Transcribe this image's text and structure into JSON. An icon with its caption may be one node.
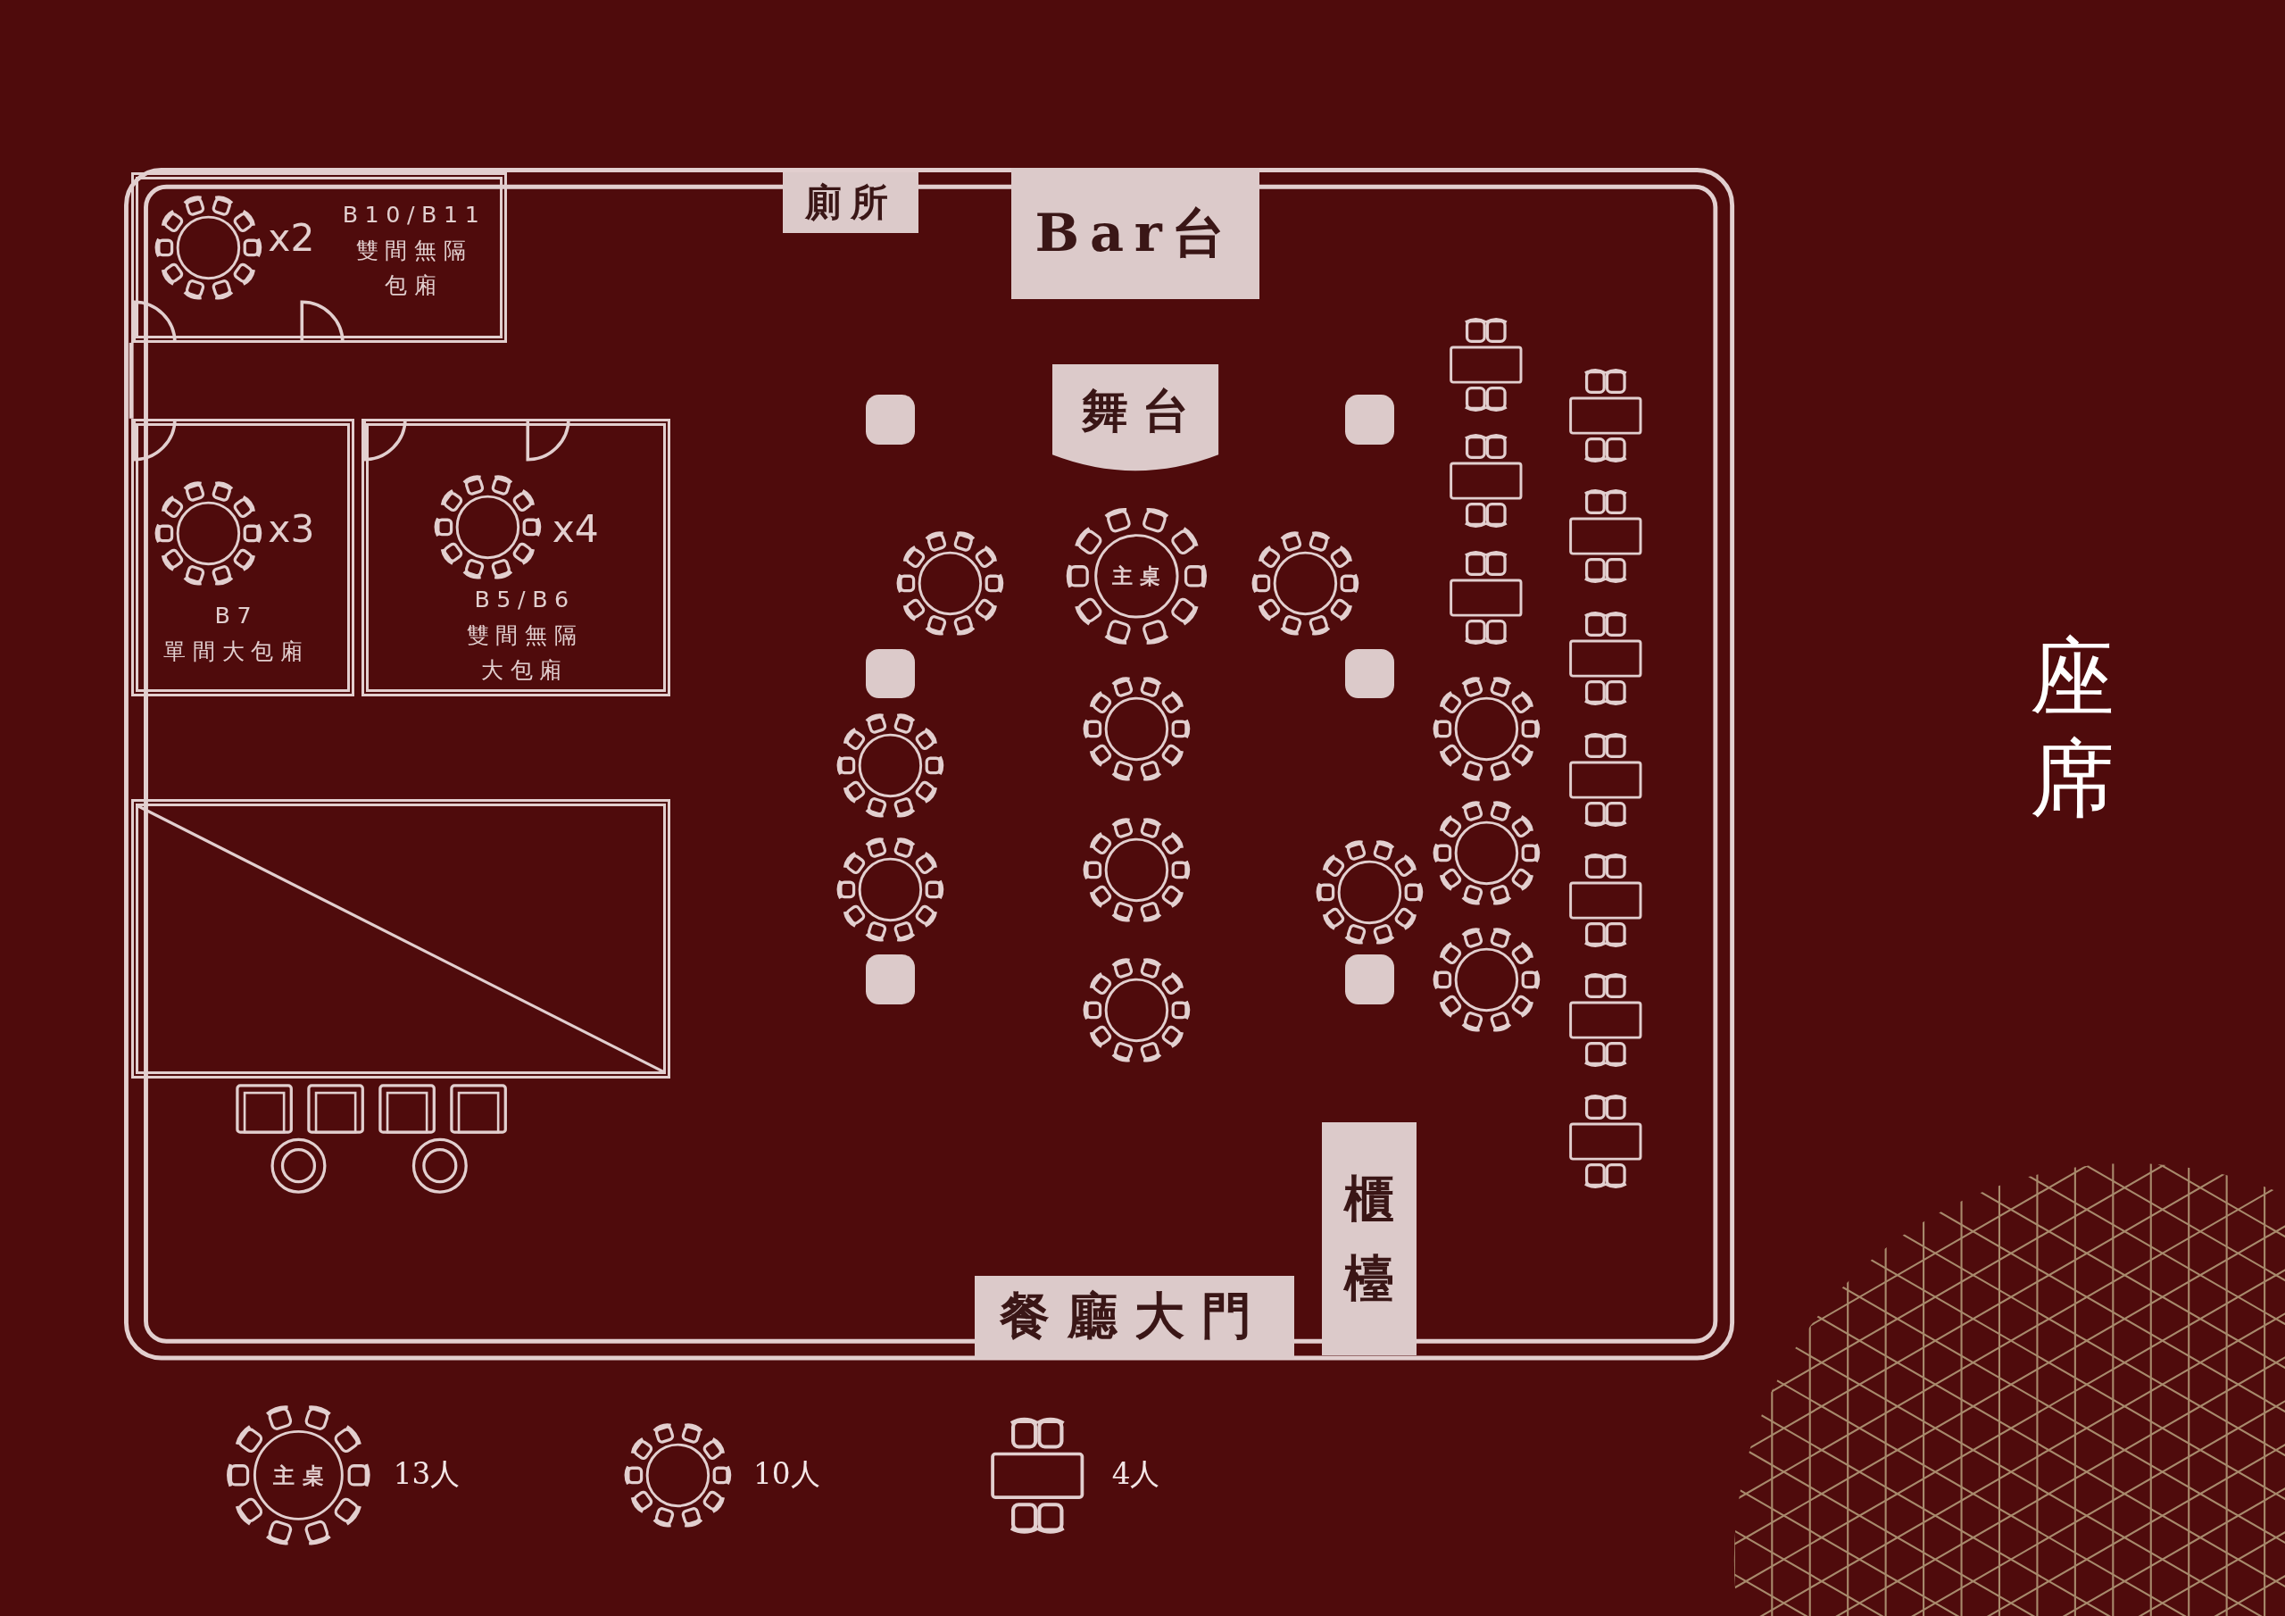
{
  "diagram": {
    "title": "座席",
    "nodes": [
      {
        "text": [
          "B10/B11",
          "雙間無隔包廂"
        ]
      },
      {
        "text": [],
        "shape": "circle",
        "in": 0,
        "beside": [
          "x2"
        ]
      },
      {
        "text": [
          "廁所"
        ]
      },
      {
        "text": [
          "Bar台"
        ]
      },
      {
        "text": [
          "舞台"
        ]
      },
      {
        "text": [
          "B7",
          "單間大包廂"
        ]
      },
      {
        "text": [],
        "shape": "circle",
        "in": 5,
        "beside": [
          "x3"
        ]
      },
      {
        "text": [
          "B5/B6",
          "雙間無隔大包廂"
        ]
      },
      {
        "text": [],
        "shape": "circle",
        "in": 7,
        "beside": [
          "x4"
        ]
      },
      {
        "text": [
          "主桌"
        ]
      },
      {
        "text": [
          "櫃檯"
        ]
      },
      {
        "text": [
          "餐廳大門"
        ]
      },
      {
        "text": [],
        "shape": "box"
      },
      {
        "text": [],
        "shape": "circle"
      },
      {
        "text": [],
        "shape": "circle"
      },
      {
        "text": [],
        "shape": "circle"
      },
      {
        "text": [],
        "shape": "circle"
      },
      {
        "text": [],
        "shape": "circle"
      },
      {
        "text": [],
        "shape": "circle"
      },
      {
        "text": [],
        "shape": "circle"
      },
      {
        "text": [],
        "shape": "circle"
      },
      {
        "text": [],
        "shape": "circle"
      },
      {
        "text": [],
        "shape": "circle"
      },
      {
        "text": [],
        "shape": "circle"
      },
      {
        "text": [],
        "shape": "box"
      },
      {
        "text": [],
        "shape": "box"
      },
      {
        "text": [],
        "shape": "box"
      },
      {
        "text": [],
        "shape": "box"
      },
      {
        "text": [],
        "shape": "box"
      },
      {
        "text": [],
        "shape": "box"
      },
      {
        "text": [],
        "shape": "box"
      },
      {
        "text": [],
        "shape": "box"
      },
      {
        "text": [],
        "shape": "box"
      },
      {
        "text": [],
        "shape": "box"
      }
    ],
    "labels": [
      "主桌"
    ],
    "legend": [
      {
        "text": "13人"
      },
      {
        "text": "10人"
      },
      {
        "text": "4人"
      }
    ]
  }
}
